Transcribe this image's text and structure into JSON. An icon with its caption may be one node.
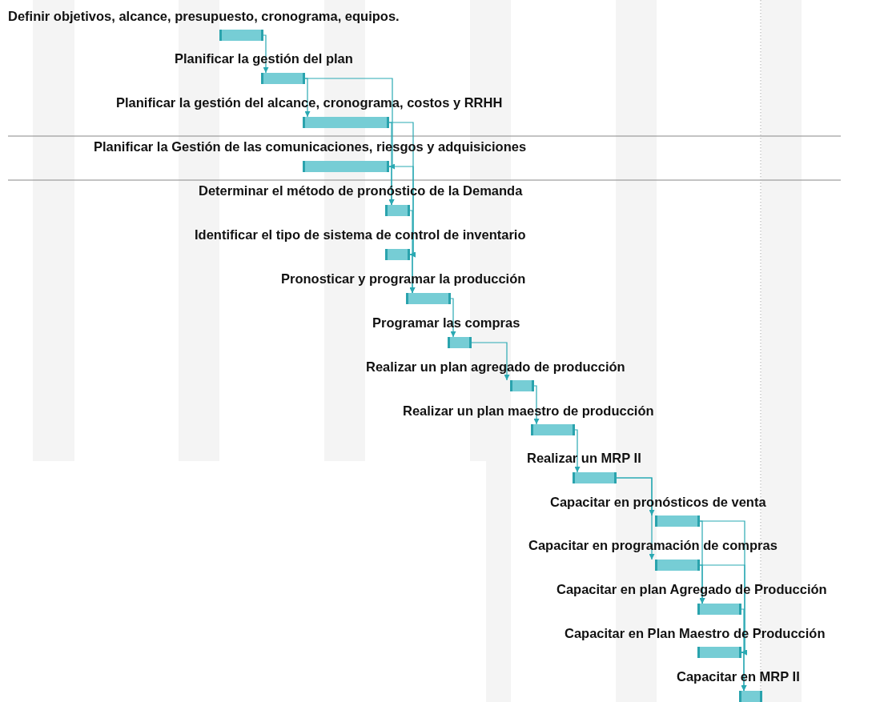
{
  "diagram": {
    "nodes": [
      {
        "text": [],
        "shape": "bar",
        "beside": [
          "Definir objetivos, alcance, presupuesto, cronograma, equipos."
        ]
      },
      {
        "text": [],
        "shape": "bar",
        "beside": [
          "Planificar la gestión del plan"
        ]
      },
      {
        "text": [],
        "shape": "bar",
        "beside": [
          "Planificar la gestión del alcance, cronograma, costos y RRHH"
        ]
      },
      {
        "text": [],
        "shape": "bar",
        "beside": [
          "Planificar la Gestión de las comunicaciones, riesgos y adquisiciones"
        ]
      },
      {
        "text": [],
        "shape": "bar",
        "beside": [
          "Determinar el método de pronóstico de la Demanda"
        ]
      },
      {
        "text": [],
        "shape": "bar",
        "beside": [
          "Identificar el tipo de sistema de control de inventario"
        ]
      },
      {
        "text": [],
        "shape": "bar",
        "beside": [
          "Pronosticar y programar la producción"
        ]
      },
      {
        "text": [],
        "shape": "bar",
        "beside": [
          "Programar las compras"
        ]
      },
      {
        "text": [],
        "shape": "bar",
        "beside": [
          "Realizar un plan agregado de producción"
        ]
      },
      {
        "text": [],
        "shape": "bar",
        "beside": [
          "Realizar un plan maestro de producción"
        ]
      },
      {
        "text": [],
        "shape": "bar",
        "beside": [
          "Realizar un MRP II"
        ]
      },
      {
        "text": [],
        "shape": "bar",
        "beside": [
          "Capacitar en pronósticos de venta"
        ]
      },
      {
        "text": [],
        "shape": "bar",
        "beside": [
          "Capacitar en programación de compras"
        ]
      },
      {
        "text": [],
        "shape": "bar",
        "beside": [
          "Capacitar en plan Agregado de Producción"
        ]
      },
      {
        "text": [],
        "shape": "bar",
        "beside": [
          "Capacitar en Plan Maestro de Producción"
        ]
      },
      {
        "text": [],
        "shape": "bar",
        "beside": [
          "Capacitar en MRP II"
        ]
      }
    ],
    "edges": [
      {
        "from": 0,
        "to": 1,
        "arrow": "to"
      },
      {
        "from": 1,
        "to": 2,
        "arrow": "to"
      },
      {
        "from": 1,
        "to": 3,
        "arrow": "to"
      },
      {
        "from": 2,
        "to": 4,
        "arrow": "to"
      },
      {
        "from": 2,
        "to": 5,
        "arrow": "to"
      },
      {
        "from": 3,
        "to": 4,
        "arrow": "to"
      },
      {
        "from": 3,
        "to": 5,
        "arrow": "to"
      },
      {
        "from": 4,
        "to": 6,
        "arrow": "to"
      },
      {
        "from": 5,
        "to": 6,
        "arrow": "to"
      },
      {
        "from": 6,
        "to": 7,
        "arrow": "to"
      },
      {
        "from": 7,
        "to": 8,
        "arrow": "to"
      },
      {
        "from": 8,
        "to": 9,
        "arrow": "to"
      },
      {
        "from": 9,
        "to": 10,
        "arrow": "to"
      },
      {
        "from": 10,
        "to": 11,
        "arrow": "to"
      },
      {
        "from": 10,
        "to": 12,
        "arrow": "to"
      },
      {
        "from": 11,
        "to": 13,
        "arrow": "to"
      },
      {
        "from": 11,
        "to": 14,
        "arrow": "to"
      },
      {
        "from": 12,
        "to": 13,
        "arrow": "to"
      },
      {
        "from": 12,
        "to": 14,
        "arrow": "to"
      },
      {
        "from": 13,
        "to": 15,
        "arrow": "to"
      },
      {
        "from": 14,
        "to": 15,
        "arrow": "to"
      }
    ]
  }
}
